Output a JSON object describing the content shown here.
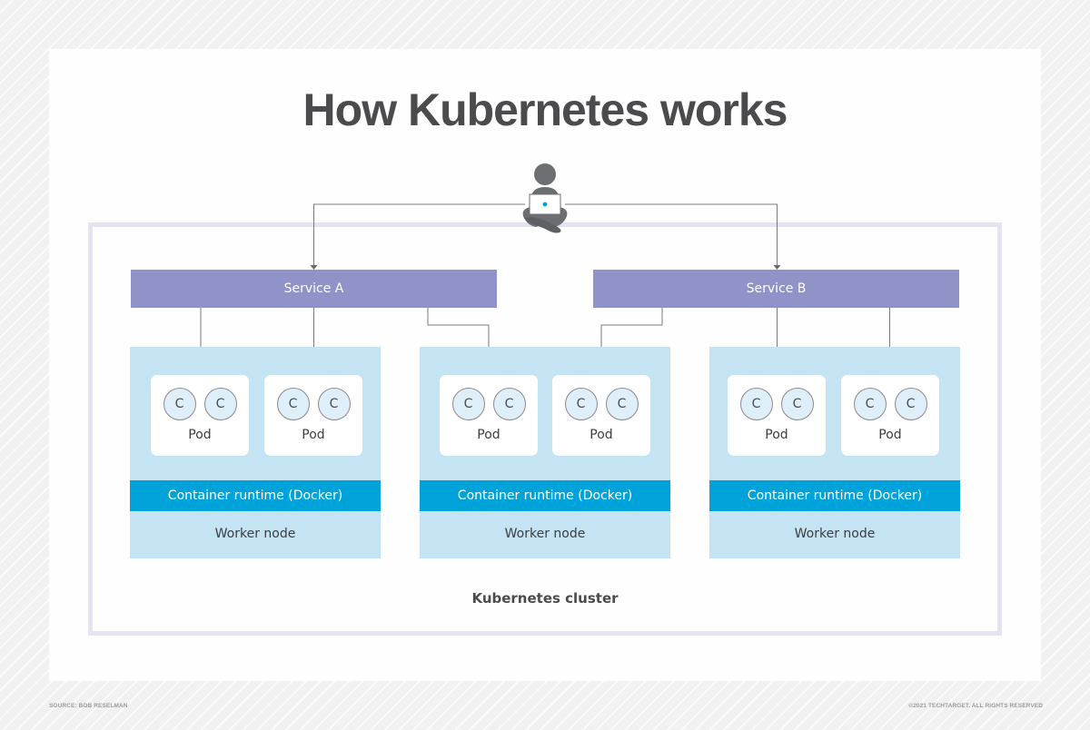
{
  "title": "How Kubernetes works",
  "user": {
    "icon": "user-with-laptop-icon"
  },
  "cluster": {
    "label": "Kubernetes cluster"
  },
  "services": [
    {
      "label": "Service A"
    },
    {
      "label": "Service B"
    }
  ],
  "nodes": [
    {
      "pods": [
        {
          "label": "Pod",
          "containers": [
            "C",
            "C"
          ]
        },
        {
          "label": "Pod",
          "containers": [
            "C",
            "C"
          ]
        }
      ],
      "runtime": "Container runtime (Docker)",
      "label": "Worker node"
    },
    {
      "pods": [
        {
          "label": "Pod",
          "containers": [
            "C",
            "C"
          ]
        },
        {
          "label": "Pod",
          "containers": [
            "C",
            "C"
          ]
        }
      ],
      "runtime": "Container runtime (Docker)",
      "label": "Worker node"
    },
    {
      "pods": [
        {
          "label": "Pod",
          "containers": [
            "C",
            "C"
          ]
        },
        {
          "label": "Pod",
          "containers": [
            "C",
            "C"
          ]
        }
      ],
      "runtime": "Container runtime (Docker)",
      "label": "Worker node"
    }
  ],
  "connections": [
    {
      "from": "user",
      "to": "Service A"
    },
    {
      "from": "user",
      "to": "Service B"
    },
    {
      "from": "Service A",
      "to": "node 1 pod 1"
    },
    {
      "from": "Service A",
      "to": "node 1 pod 2"
    },
    {
      "from": "Service A",
      "to": "node 2 pod 1"
    },
    {
      "from": "Service B",
      "to": "node 2 pod 2"
    },
    {
      "from": "Service B",
      "to": "node 3 pod 1"
    },
    {
      "from": "Service B",
      "to": "node 3 pod 2"
    }
  ],
  "colors": {
    "service": "#9093c7",
    "node": "#c4e3f3",
    "runtime": "#00a3d9",
    "title": "#4b4b4d",
    "cluster_border": "#e3e3f1"
  },
  "footer": {
    "source": "SOURCE: BOB RESELMAN",
    "copyright": "©2021 TECHTARGET. ALL RIGHTS RESERVED"
  }
}
